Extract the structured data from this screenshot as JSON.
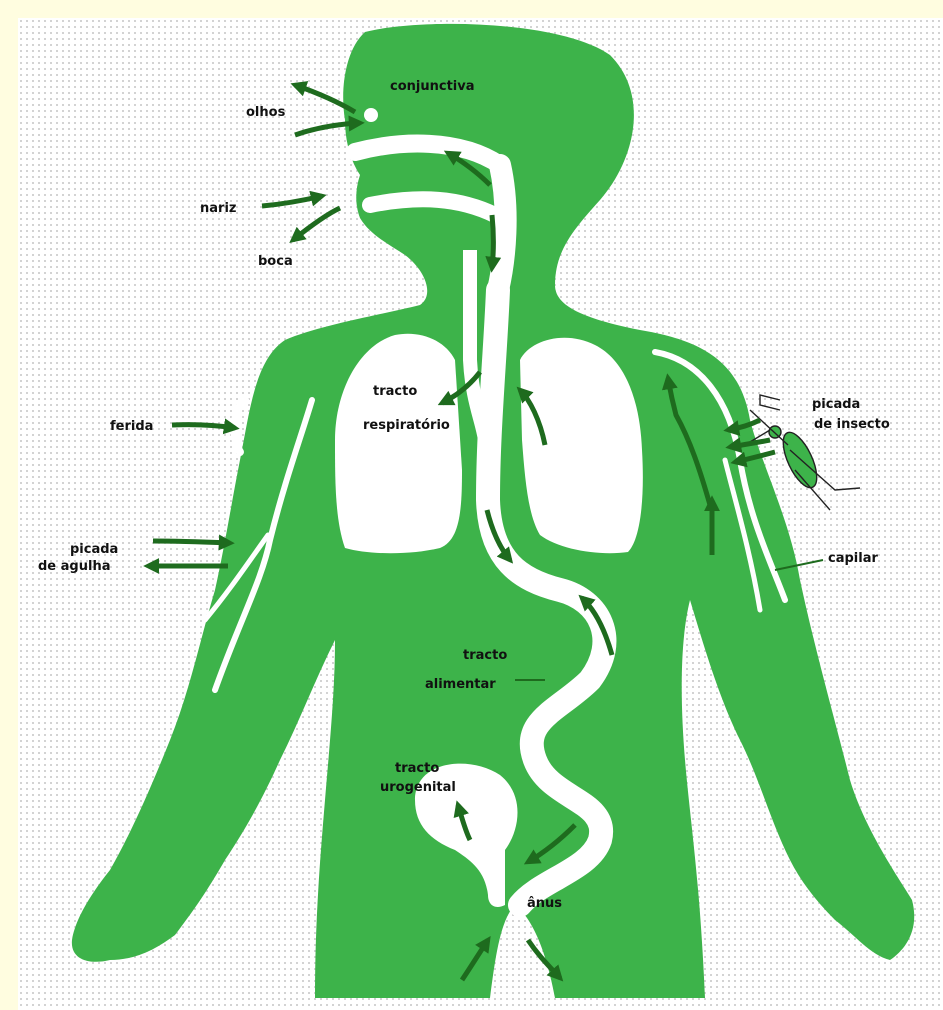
{
  "colors": {
    "body": "#3db34a",
    "passage": "#ffffff",
    "arrow": "#1e6b1e",
    "text": "#111111",
    "background": "#fffde0"
  },
  "labels": {
    "conjuntiva": "conjunctiva",
    "olhos": "olhos",
    "nariz": "nariz",
    "boca": "boca",
    "ferida": "ferida",
    "picada_agulha_1": "picada",
    "picada_agulha_2": "de agulha",
    "tracto_resp_1": "tracto",
    "tracto_resp_2": "respiratório",
    "picada_insecto_1": "picada",
    "picada_insecto_2": "de insecto",
    "capilar": "capilar",
    "tracto_alim_1": "tracto",
    "tracto_alim_2": "alimentar",
    "tracto_uro_1": "tracto",
    "tracto_uro_2": "urogenital",
    "anus": "ânus"
  }
}
